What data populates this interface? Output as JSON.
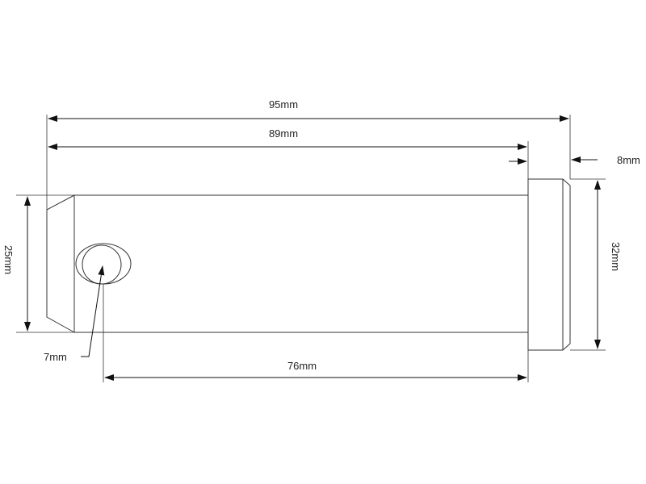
{
  "dimensions": {
    "overall_length": "95mm",
    "shank_length": "89mm",
    "head_thickness": "8mm",
    "pin_diameter": "25mm",
    "head_diameter": "32mm",
    "hole_diameter": "7mm",
    "hole_to_head": "76mm"
  },
  "colors": {
    "line": "#111111",
    "outline": "#333333",
    "background": "#ffffff"
  }
}
